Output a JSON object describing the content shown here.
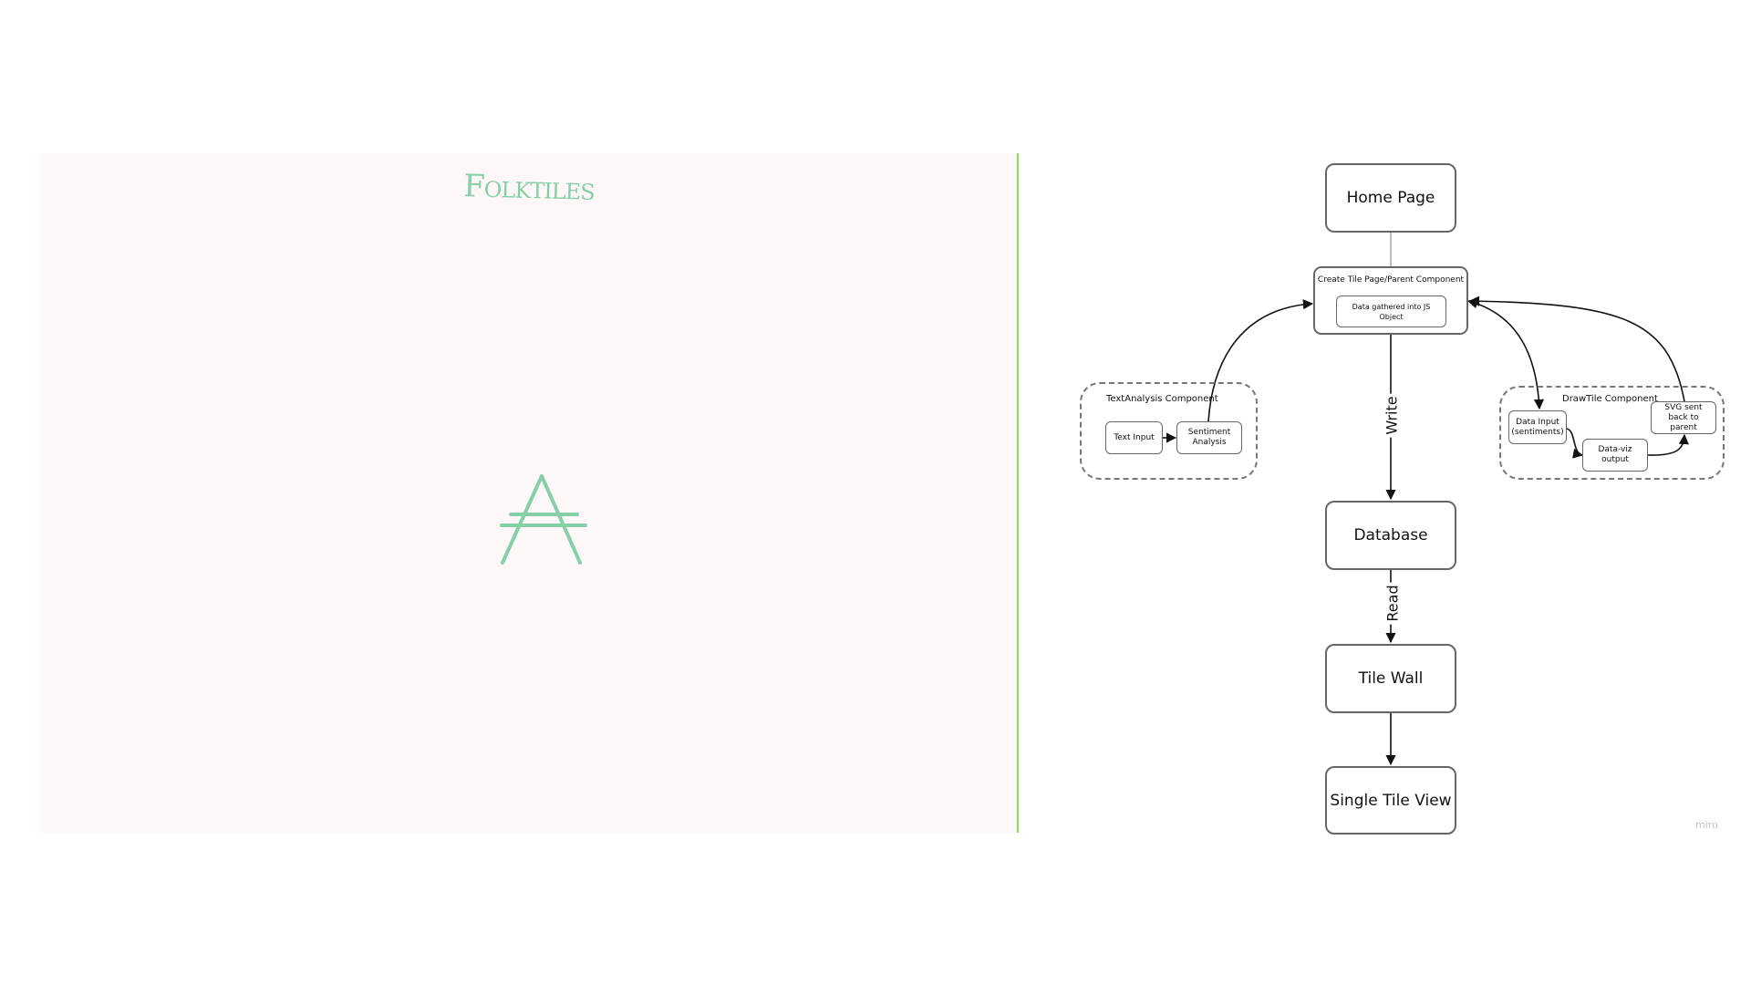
{
  "brand": {
    "title": "Folktiles",
    "logo_icon": "a-with-double-bar-icon",
    "accent_color": "#86cfa8"
  },
  "panel_background": "#fdf8f7",
  "divider_color": "#84e35c",
  "diagram": {
    "nodes": {
      "home": "Home Page",
      "create_tile": "Create Tile Page/Parent Component",
      "data_gathered": "Data gathered into JS Object",
      "database": "Database",
      "tile_wall": "Tile Wall",
      "single_tile": "Single Tile View"
    },
    "text_analysis": {
      "label": "TextAnalysis Component",
      "text_input": "Text Input",
      "sentiment": "Sentiment Analysis"
    },
    "draw_tile": {
      "label": "DrawTile Component",
      "data_input": "Data Input (sentiments)",
      "dataviz": "Data-viz output",
      "svg_sent": "SVG sent back to parent"
    },
    "edges": {
      "write": "Write",
      "read": "Read"
    }
  },
  "watermark": "miro"
}
